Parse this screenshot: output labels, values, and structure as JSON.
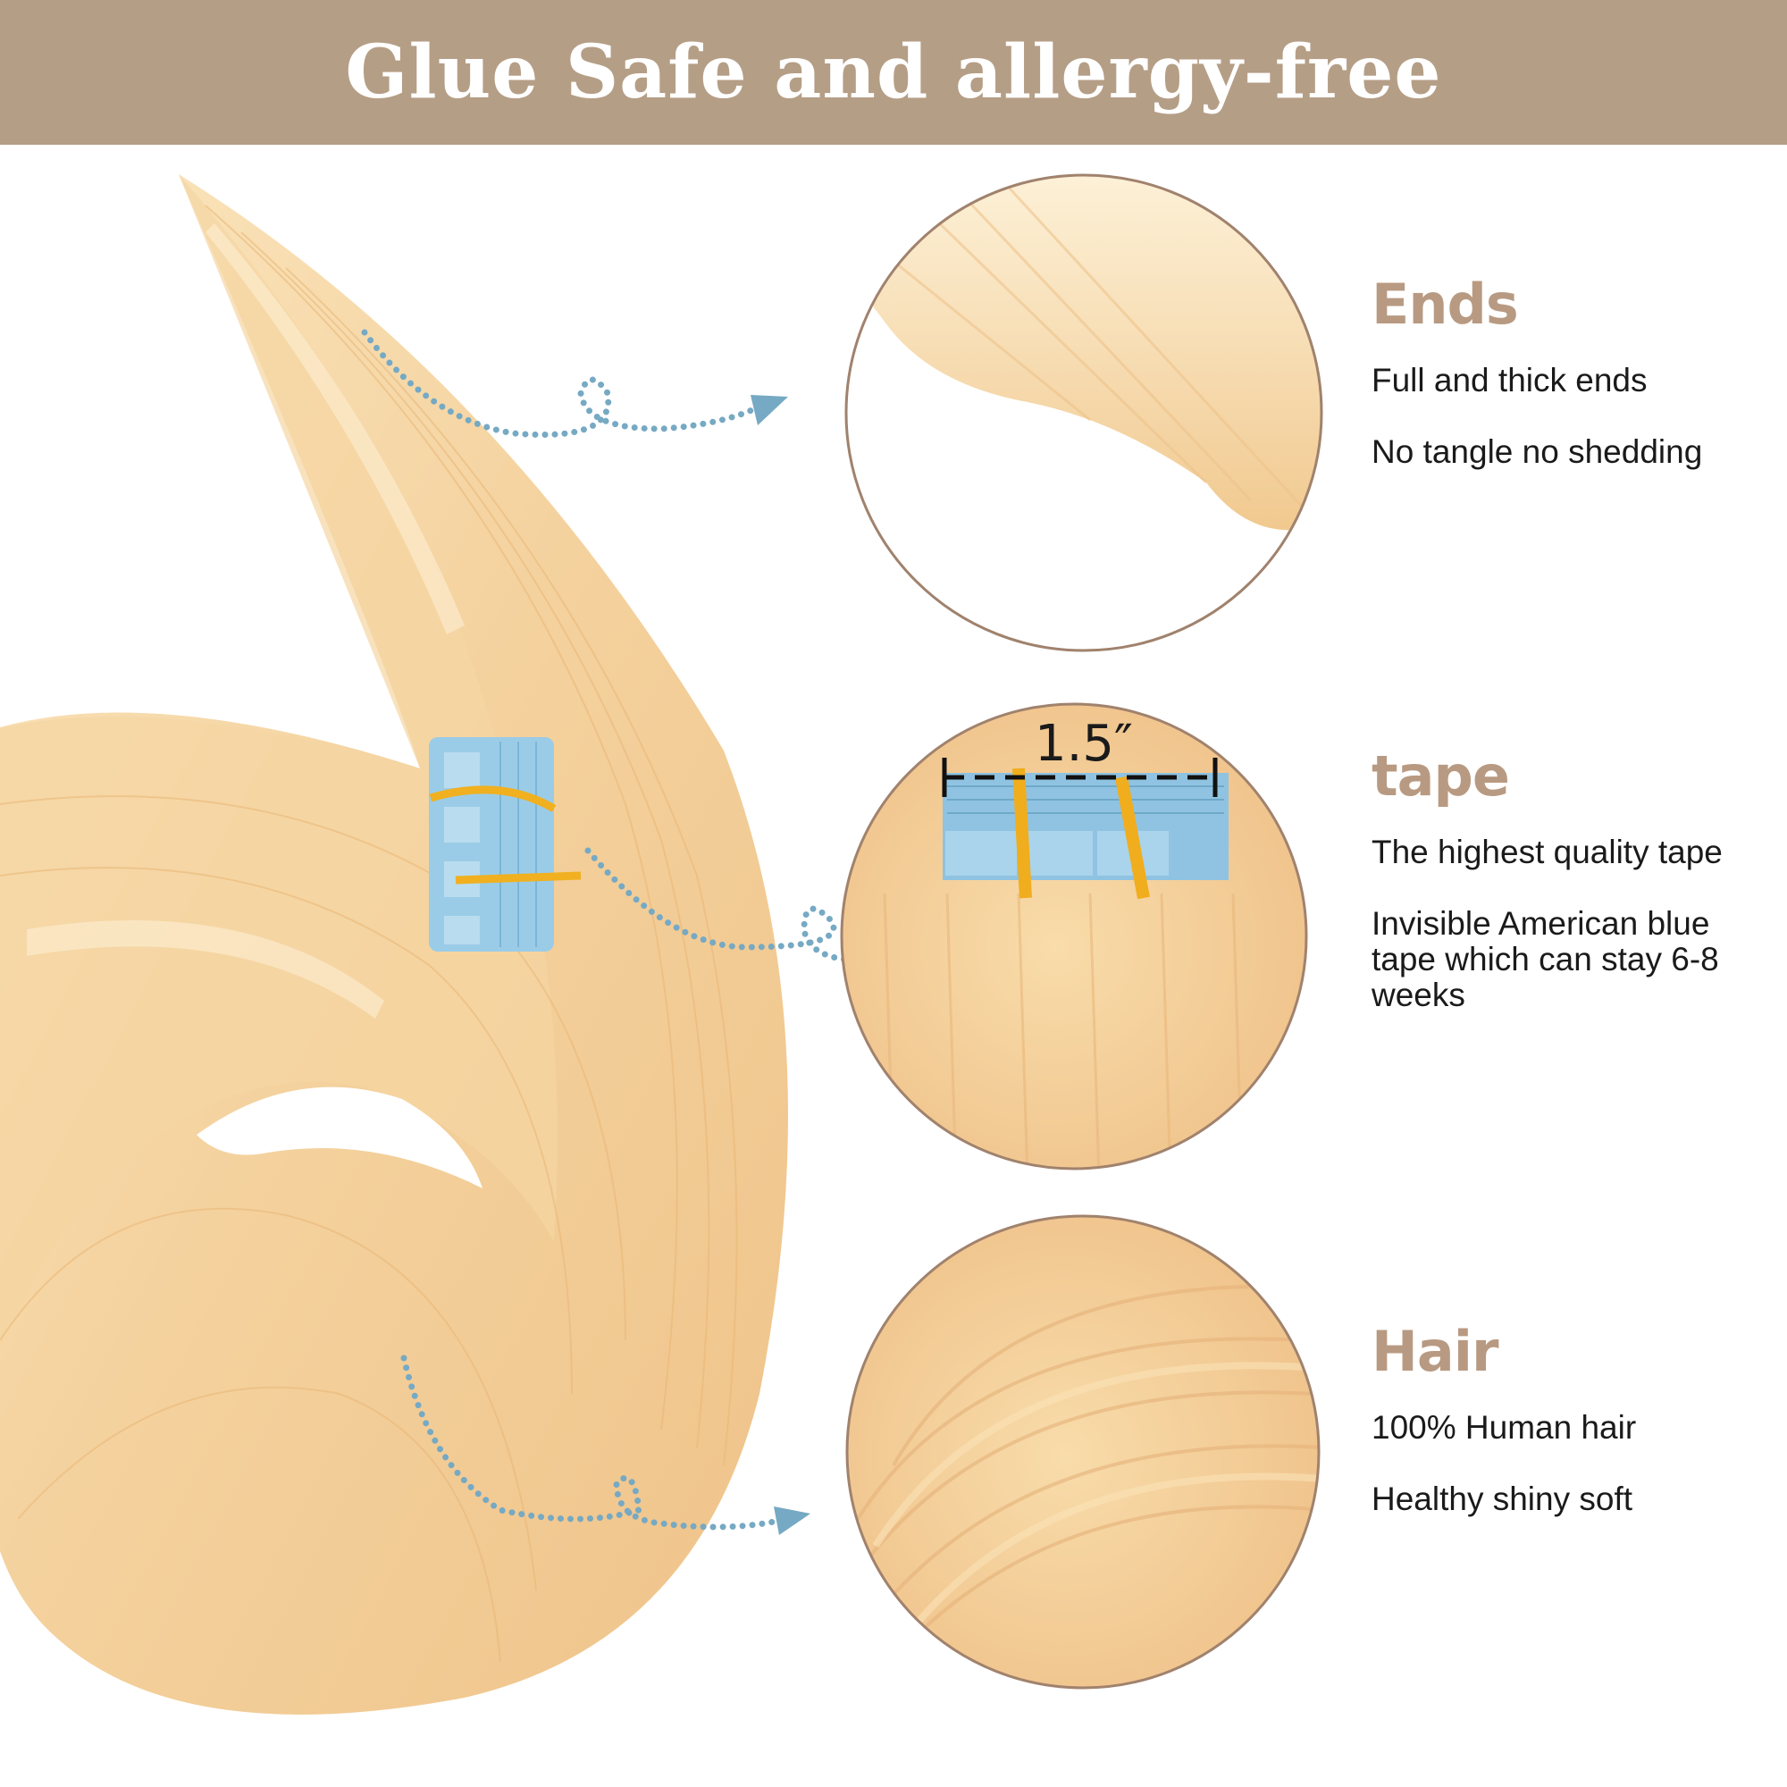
{
  "banner": {
    "title": "Glue Safe and allergy-free"
  },
  "measurement": {
    "label": "1.5″"
  },
  "features": [
    {
      "title": "Ends",
      "lines": [
        "Full and thick ends",
        "No tangle no shedding"
      ]
    },
    {
      "title": "tape",
      "lines": [
        "The highest quality tape",
        "Invisible American blue tape which can stay 6-8 weeks"
      ]
    },
    {
      "title": "Hair",
      "lines": [
        "100% Human hair",
        "Healthy shiny soft"
      ]
    }
  ],
  "colors": {
    "banner": "#b59e86",
    "heading": "#b89a82",
    "hair": "#f2cf98",
    "tape": "#8cc1e0",
    "arrow": "#76a9c3",
    "circle_border": "#a0826d"
  },
  "icons": [
    "dotted-arrow-icon"
  ]
}
